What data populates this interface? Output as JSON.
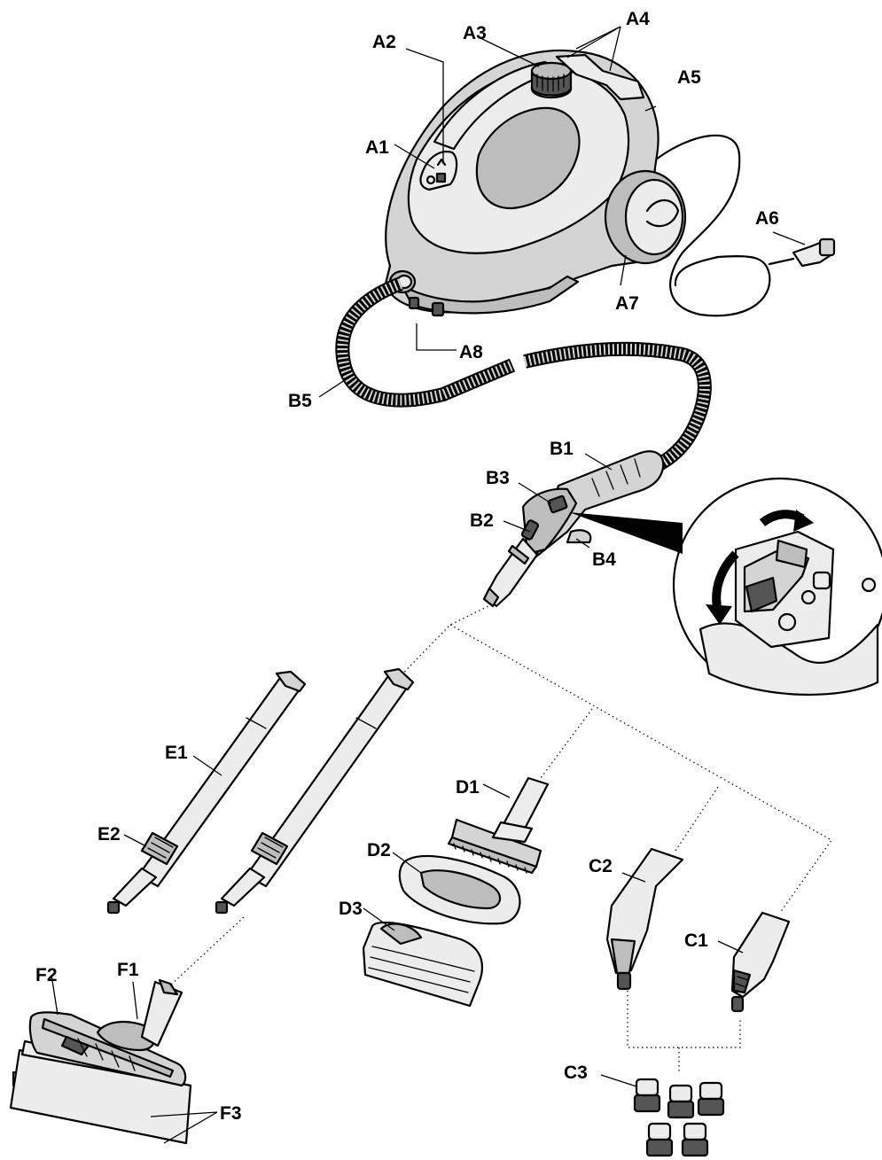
{
  "labels": {
    "A1": "A1",
    "A2": "A2",
    "A3": "A3",
    "A4": "A4",
    "A5": "A5",
    "A6": "A6",
    "A7": "A7",
    "A8": "A8",
    "B1": "B1",
    "B2": "B2",
    "B3": "B3",
    "B4": "B4",
    "B5": "B5",
    "C1": "C1",
    "C2": "C2",
    "C3": "C3",
    "D1": "D1",
    "D2": "D2",
    "D3": "D3",
    "E1": "E1",
    "E2": "E2",
    "F1": "F1",
    "F2": "F2",
    "F3": "F3"
  }
}
